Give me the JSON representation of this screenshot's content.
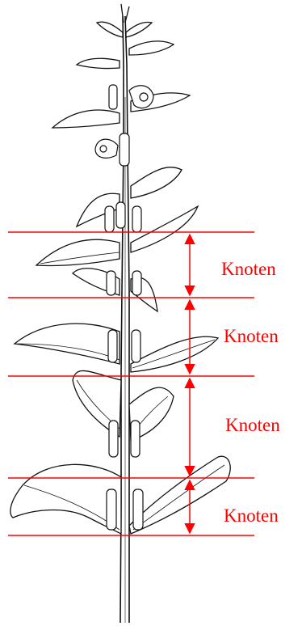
{
  "diagram": {
    "node_labels": [
      "Knoten",
      "Knoten",
      "Knoten",
      "Knoten"
    ],
    "annotation_color": "#ff0000",
    "drawing_color": "#000000"
  }
}
